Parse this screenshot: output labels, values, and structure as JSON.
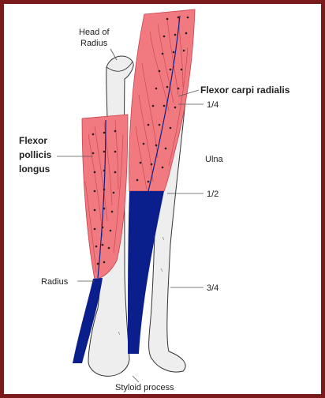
{
  "labels": {
    "head_of_radius_1": "Head of",
    "head_of_radius_2": "Radius",
    "flexor_carpi_radialis": "Flexor carpi radialis",
    "fraction_quarter": "1/4",
    "ulna": "Ulna",
    "fraction_half": "1/2",
    "flexor_pollicis_1": "Flexor",
    "flexor_pollicis_2": "pollicis",
    "flexor_pollicis_3": "longus",
    "radius": "Radius",
    "fraction_three_quarter": "3/4",
    "styloid_process": "Styloid process"
  },
  "colors": {
    "frame": "#7a1a1a",
    "muscle": "#f07a80",
    "muscle_fiber": "#c8404a",
    "tendon": "#0b1f8c",
    "bone_fill": "#eeeeee",
    "bone_outline": "#333333"
  }
}
